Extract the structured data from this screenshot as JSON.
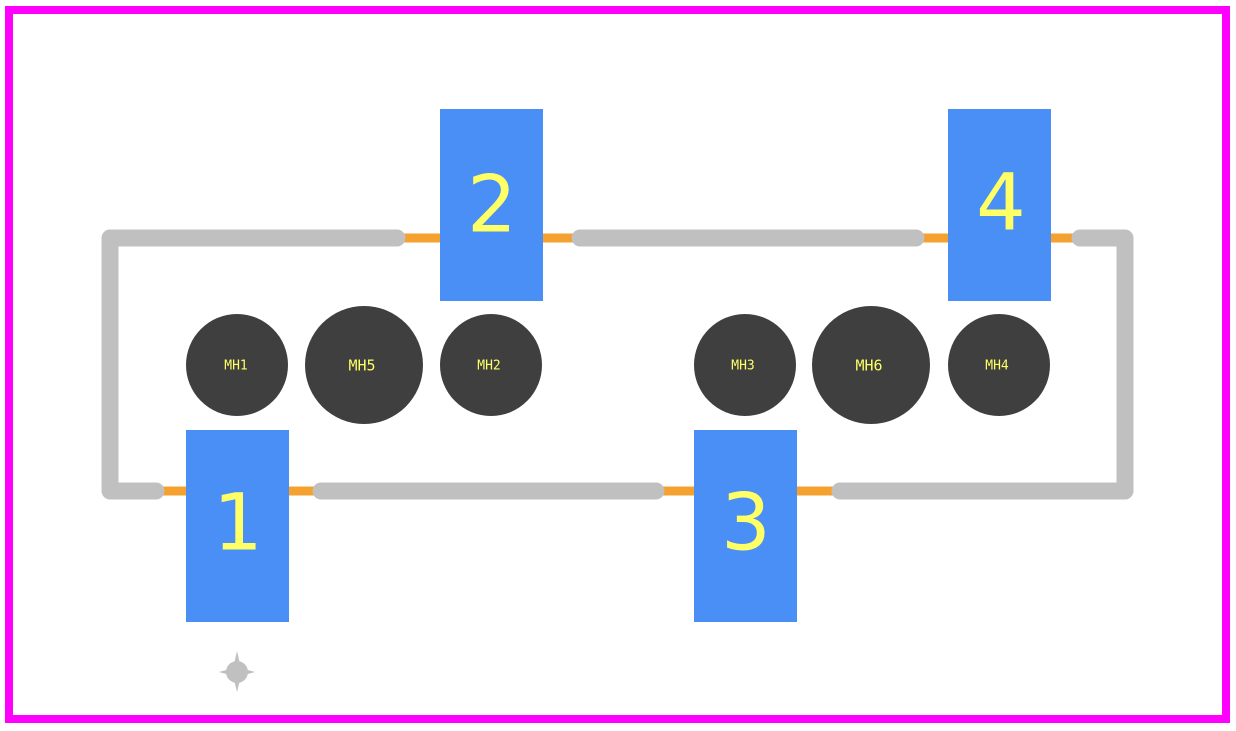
{
  "colors": {
    "board_outline": "#ff00ff",
    "silkscreen": "#c0c0c0",
    "copper_trace": "#f5a12f",
    "pad": "#4a8ff5",
    "pad_text": "#ffff66",
    "mount_hole": "#3f3f3f",
    "hole_text": "#ffff66",
    "background": "#ffffff"
  },
  "pads": [
    {
      "id": "pad-1",
      "label": "1"
    },
    {
      "id": "pad-2",
      "label": "2"
    },
    {
      "id": "pad-3",
      "label": "3"
    },
    {
      "id": "pad-4",
      "label": "4"
    }
  ],
  "mount_holes": [
    {
      "id": "mh1",
      "label": "MH1"
    },
    {
      "id": "mh5",
      "label": "MH5"
    },
    {
      "id": "mh2",
      "label": "MH2"
    },
    {
      "id": "mh3",
      "label": "MH3"
    },
    {
      "id": "mh6",
      "label": "MH6"
    },
    {
      "id": "mh4",
      "label": "MH4"
    }
  ],
  "origin_marker": {
    "icon": "origin-cross-icon"
  }
}
